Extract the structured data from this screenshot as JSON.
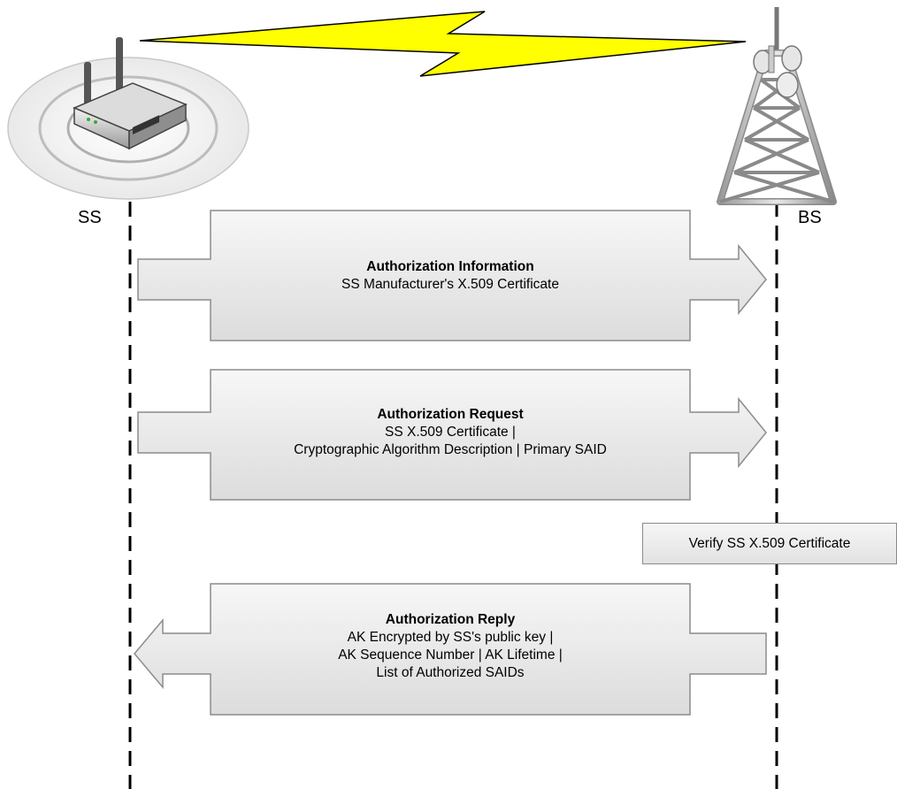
{
  "colors": {
    "arrow_fill_top": "#f7f7f7",
    "arrow_fill_bottom": "#dcdcdc",
    "arrow_stroke": "#8c8c8c",
    "lightning_fill": "#ffff00",
    "lifeline": "#000000"
  },
  "icons": {
    "subscriber_station": "wireless-router-icon",
    "base_station": "radio-tower-icon",
    "wireless_link": "lightning-bolt-icon"
  },
  "participants": {
    "ss_label": "SS",
    "bs_label": "BS"
  },
  "messages": [
    {
      "direction": "SS-to-BS",
      "title": "Authorization Information",
      "lines": [
        "SS Manufacturer's X.509 Certificate"
      ]
    },
    {
      "direction": "SS-to-BS",
      "title": "Authorization Request",
      "lines": [
        "SS X.509 Certificate |",
        "Cryptographic Algorithm Description | Primary SAID"
      ]
    },
    {
      "direction": "BS-to-SS",
      "title": "Authorization Reply",
      "lines": [
        "AK Encrypted by SS's public key |",
        "AK Sequence Number | AK Lifetime |",
        "List of Authorized SAIDs"
      ]
    }
  ],
  "note": {
    "text": "Verify SS X.509 Certificate"
  }
}
